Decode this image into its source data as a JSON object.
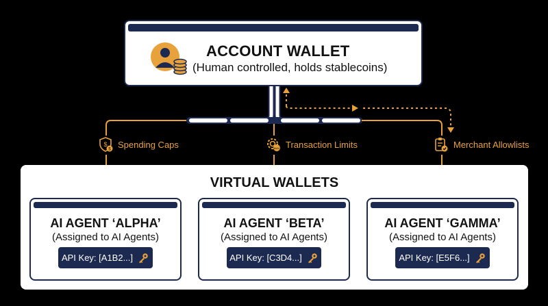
{
  "account": {
    "title": "ACCOUNT WALLET",
    "subtitle": "(Human controlled, holds stablecoins)",
    "icon": "user-coins-icon"
  },
  "controls": [
    {
      "label": "Spending Caps",
      "icon": "shield-dollar-icon"
    },
    {
      "label": "Transaction Limits",
      "icon": "gear-max-icon"
    },
    {
      "label": "Merchant Allowlists",
      "icon": "clipboard-check-icon"
    }
  ],
  "virtual": {
    "title": "VIRTUAL WALLETS"
  },
  "agents": [
    {
      "name": "AI AGENT ‘ALPHA’",
      "role": "(Assigned to AI Agents)",
      "api_key": "API Key: [A1B2...]"
    },
    {
      "name": "AI AGENT ‘BETA’",
      "role": "(Assigned to AI Agents)",
      "api_key": "API Key: [C3D4...]"
    },
    {
      "name": "AI AGENT ‘GAMMA’",
      "role": "(Assigned to AI Agents)",
      "api_key": "API Key: [E5F6...]"
    }
  ],
  "colors": {
    "navy": "#1c2951",
    "gold": "#e8a23c",
    "background": "#000000"
  }
}
